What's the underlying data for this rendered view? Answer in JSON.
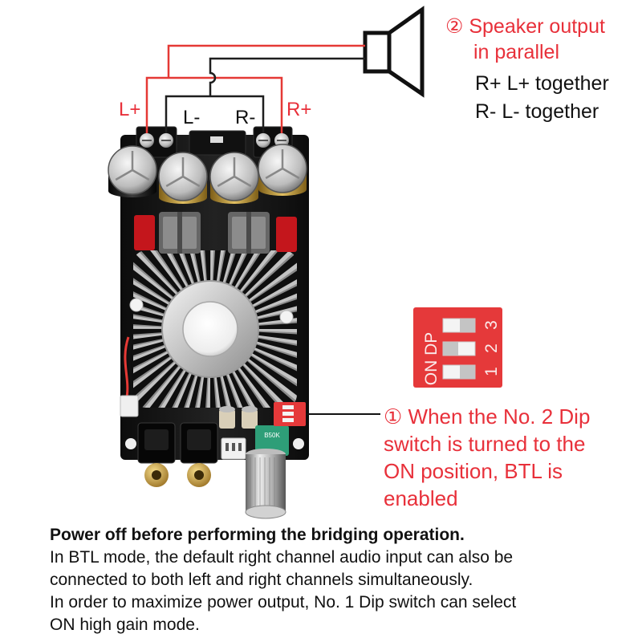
{
  "terminal_labels": {
    "l_plus": "L+",
    "l_minus": "L-",
    "r_minus": "R-",
    "r_plus": "R+"
  },
  "speaker_note": {
    "heading": "② Speaker output",
    "heading_cont": "in parallel",
    "line_1": "R+ L+ together",
    "line_2": "R- L- together"
  },
  "dip_switch_zoom": {
    "side_label": "ON DP",
    "numbers": [
      "1",
      "2",
      "3"
    ],
    "on_positions": [
      false,
      true,
      false
    ]
  },
  "dip_note": {
    "lines": [
      "① When the No. 2 Dip",
      "switch is turned to the",
      "ON position, BTL is",
      "enabled"
    ]
  },
  "potentiometer": {
    "label": "B50K"
  },
  "footer": {
    "warning": "Power off before performing the bridging operation.",
    "lines": [
      "In BTL mode, the default right channel audio input can also be",
      "connected to both left and right channels simultaneously.",
      "In order to maximize power output, No. 1 Dip switch can select",
      "ON high gain mode."
    ]
  },
  "icons": {
    "speaker": "speaker-icon"
  },
  "colors": {
    "annotation_red": "#e8303a",
    "wire_red": "#e53935",
    "wire_black": "#1e1e1e",
    "dip_red": "#e5393a",
    "pot_green": "#2e9e78",
    "text_black": "#111111"
  }
}
